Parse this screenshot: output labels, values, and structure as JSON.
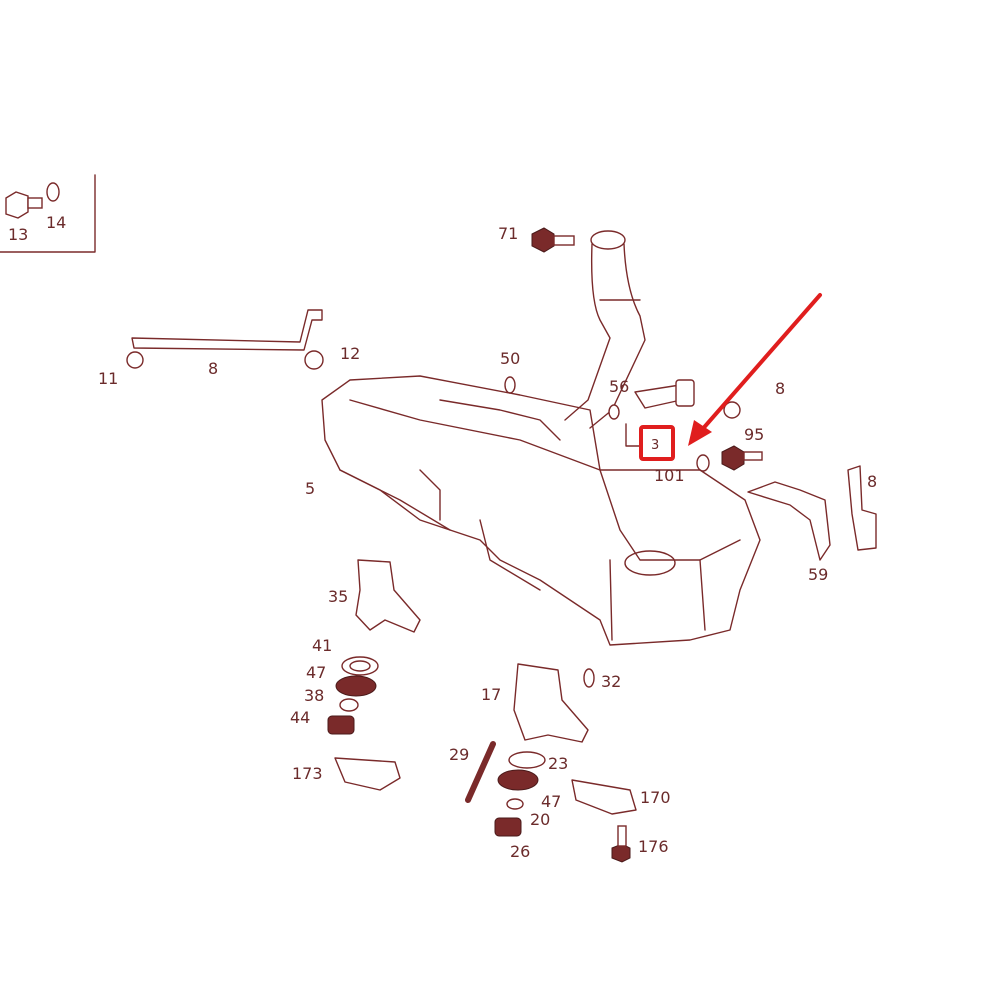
{
  "labels": {
    "p13": "13",
    "p14": "14",
    "p71": "71",
    "p11": "11",
    "p8a": "8",
    "p12": "12",
    "p50": "50",
    "p56": "56",
    "p8b": "8",
    "p95": "95",
    "p101": "101",
    "p3": "3",
    "p8c": "8",
    "p5": "5",
    "p59": "59",
    "p35": "35",
    "p41": "41",
    "p47a": "47",
    "p38": "38",
    "p44": "44",
    "p32": "32",
    "p17": "17",
    "p29": "29",
    "p23": "23",
    "p173": "173",
    "p47b": "47",
    "p170": "170",
    "p20": "20",
    "p26": "26",
    "p176": "176"
  },
  "colors": {
    "line": "#7a2a2a",
    "label": "#6b2b2b",
    "highlight": "#e01e1e"
  }
}
